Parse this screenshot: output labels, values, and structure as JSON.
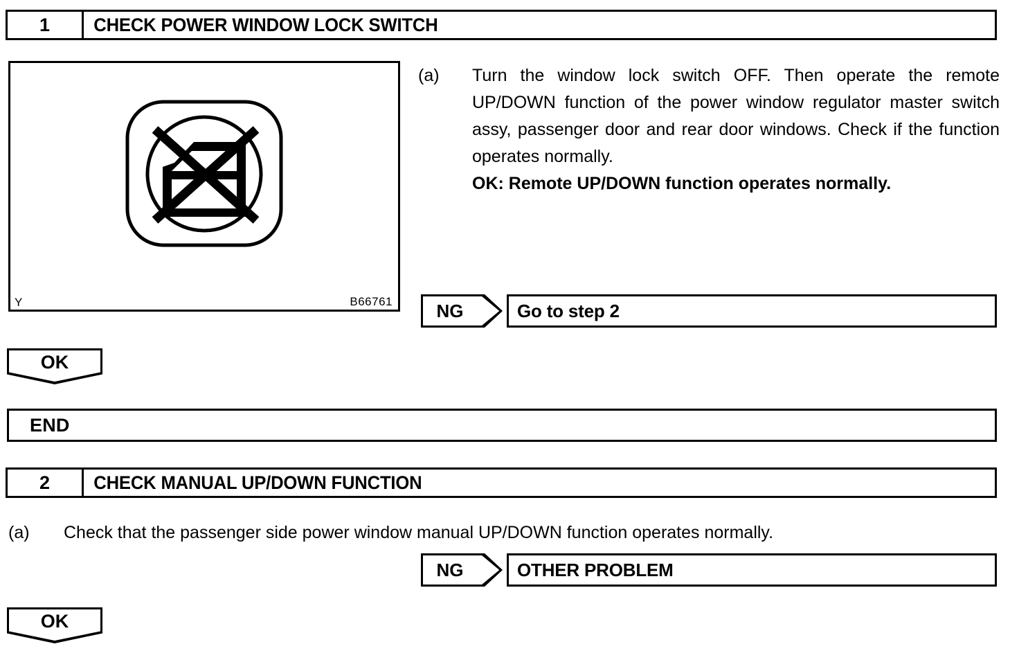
{
  "document": {
    "type": "service-manual-troubleshooting-flowchart",
    "title": "Power window lock switch diagnostic procedure"
  },
  "step1": {
    "number": "1",
    "title": "CHECK POWER WINDOW LOCK SWITCH",
    "illustration": {
      "corner_label": "Y",
      "reference_code": "B66761",
      "icon_name": "window-lock-off-symbol"
    },
    "procedure": {
      "label": "(a)",
      "text": "Turn the window lock switch OFF. Then operate the remote UP/DOWN function of the power window regulator master switch assy, passenger door and rear door windows. Check if the function operates normally.",
      "ok_line": "OK: Remote UP/DOWN function operates normally."
    },
    "ng": {
      "tag": "NG",
      "result": "Go to step 2"
    },
    "ok": {
      "tag": "OK"
    }
  },
  "end_block": {
    "label": "END"
  },
  "step2": {
    "number": "2",
    "title": "CHECK MANUAL UP/DOWN FUNCTION",
    "procedure": {
      "label": "(a)",
      "text": "Check that the passenger side power window manual UP/DOWN function operates normally."
    },
    "ng": {
      "tag": "NG",
      "result": "OTHER PROBLEM"
    },
    "ok": {
      "tag": "OK"
    }
  },
  "colors": {
    "ink": "#000000",
    "paper": "#ffffff"
  }
}
